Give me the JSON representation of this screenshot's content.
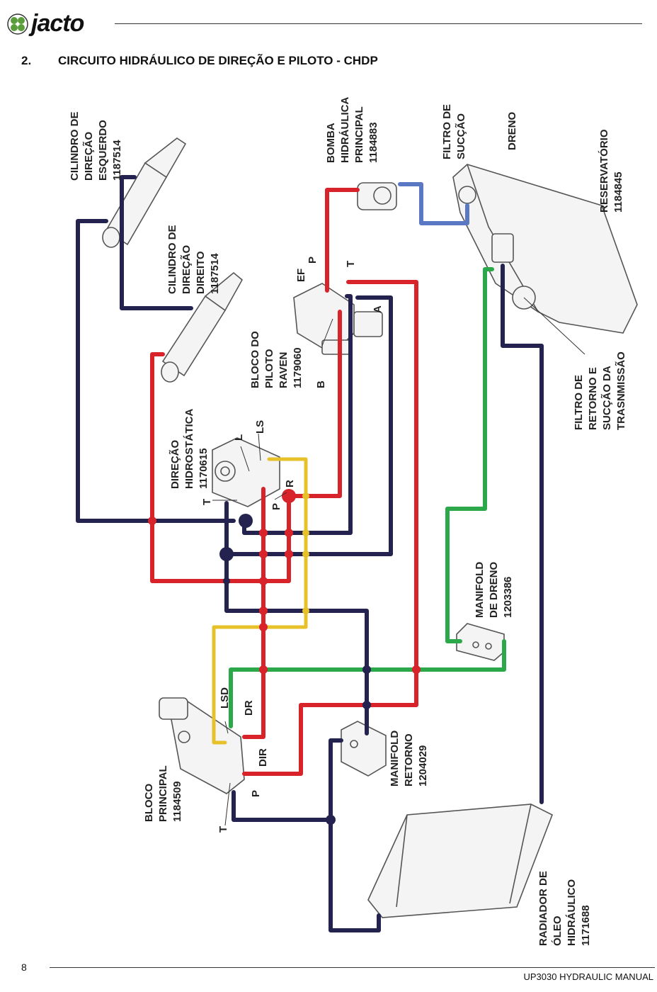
{
  "header": {
    "logo_text": "jacto"
  },
  "section": {
    "number": "2.",
    "title": "CIRCUITO HIDRÁULICO DE DIREÇÃO E PILOTO - CHDP"
  },
  "components": {
    "cyl_left": [
      "CILINDRO DE",
      "DIREÇÃO",
      "ESQUERDO",
      "1187514"
    ],
    "cyl_right": [
      "CILINDRO DE",
      "DIREÇÃO",
      "DIREITO",
      "1187514"
    ],
    "pump": [
      "BOMBA",
      "HIDRÁULICA",
      "PRINCIPAL",
      "1184883"
    ],
    "suction_filter": [
      "FILTRO DE",
      "SUCÇÃO"
    ],
    "drain": [
      "DRENO"
    ],
    "reservoir": [
      "RESERVATÓRIO",
      "1184845"
    ],
    "pilot_block": [
      "BLOCO DO",
      "PILOTO",
      "RAVEN",
      "1179060"
    ],
    "return_filter": [
      "FILTRO DE",
      "RETORNO E",
      "SUCÇÃO DA",
      "TRASNMISSÃO"
    ],
    "steering": [
      "DIREÇÃO",
      "HIDROSTÁTICA",
      "1170615"
    ],
    "drain_manifold": [
      "MANIFOLD",
      "DE DRENO",
      "1203386"
    ],
    "main_block": [
      "BLOCO",
      "PRINCIPAL",
      "1184509"
    ],
    "return_manifold": [
      "MANIFOLD",
      "RETORNO",
      "1204029"
    ],
    "radiator": [
      "RADIADOR DE",
      "ÓLEO",
      "HIDRÁULICO",
      "1171688"
    ]
  },
  "ports": {
    "pilot_p": "P",
    "pilot_t": "T",
    "pilot_ef": "EF",
    "pilot_a": "A",
    "pilot_b": "B",
    "steer_l": "L",
    "steer_ls": "LS",
    "steer_t": "T",
    "steer_p": "P",
    "steer_r": "R",
    "main_lsd": "LSD",
    "main_dr": "DR",
    "main_dir": "DIR",
    "main_p": "P",
    "main_t": "T"
  },
  "colors": {
    "pressure": "#d8232a",
    "return": "#24234f",
    "drain": "#2aa84a",
    "suction": "#5b78c4",
    "load_sense": "#e6c12a"
  },
  "footer": {
    "page_number": "8",
    "manual_title": "UP3030 HYDRAULIC MANUAL"
  }
}
